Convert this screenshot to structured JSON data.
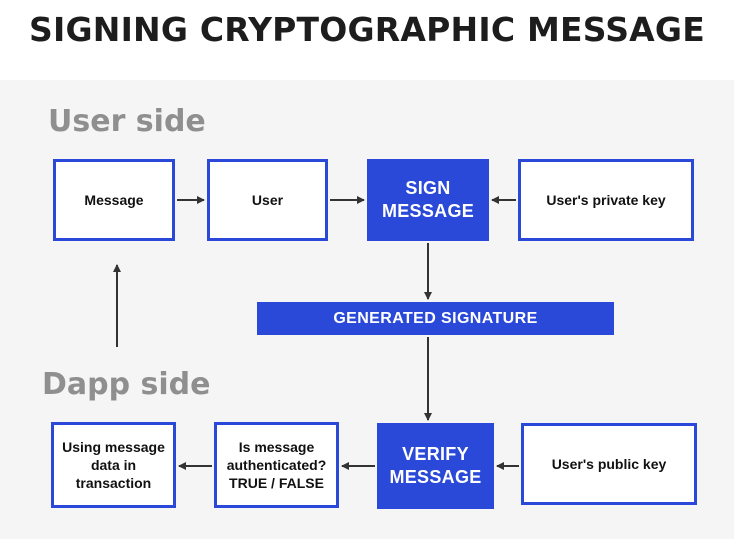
{
  "title": "SIGNING CRYPTOGRAPHIC MESSAGE",
  "user_side": {
    "label": "User side",
    "message": "Message",
    "user": "User",
    "sign_line1": "SIGN",
    "sign_line2": "MESSAGE",
    "private_key": "User's private key"
  },
  "generated_signature": "GENERATED SIGNATURE",
  "dapp_side": {
    "label": "Dapp side",
    "using_line1": "Using message",
    "using_line2": "data in",
    "using_line3": "transaction",
    "auth_line1": "Is message",
    "auth_line2": "authenticated?",
    "auth_line3": "TRUE / FALSE",
    "verify_line1": "VERIFY",
    "verify_line2": "MESSAGE",
    "public_key": "User's public key"
  },
  "colors": {
    "accent": "#2a49d8",
    "section_label": "#8f8f8f",
    "title": "#1d1d1d",
    "arrow": "#333333"
  }
}
